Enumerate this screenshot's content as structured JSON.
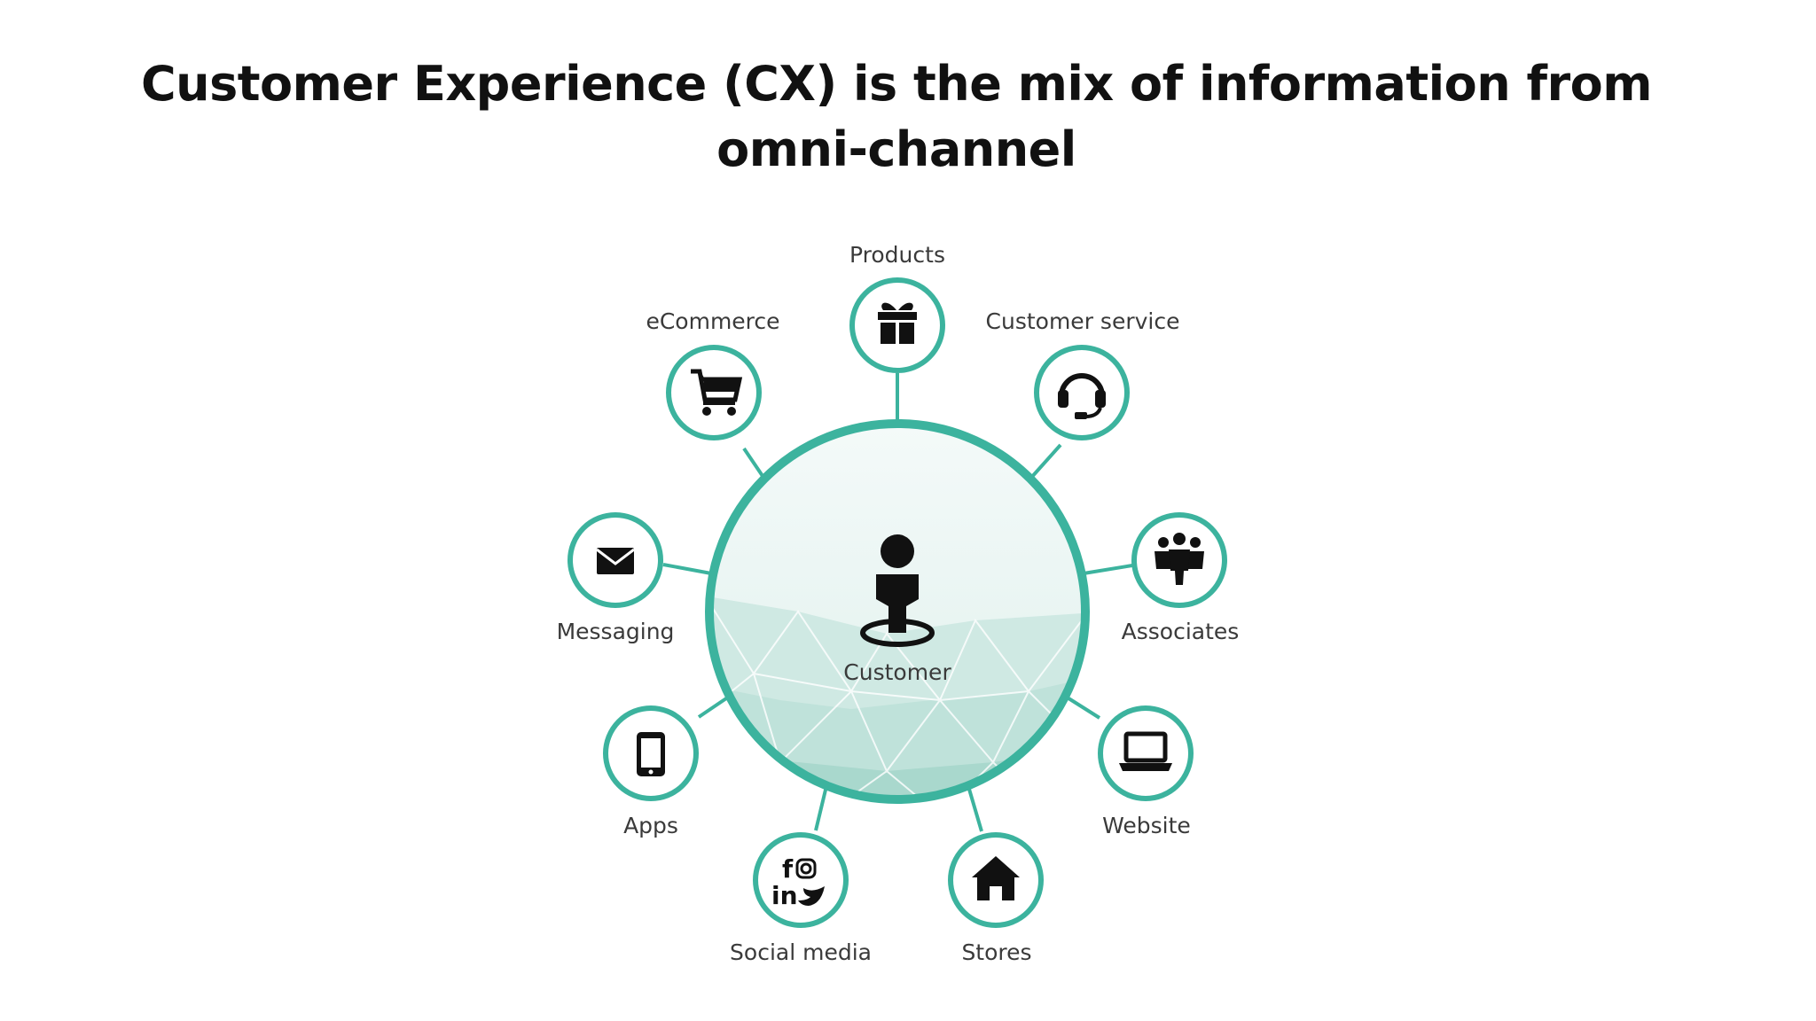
{
  "slide": {
    "title_line1": "Customer Experience (CX) is the mix of information from",
    "title_line2": "omni-channel"
  },
  "diagram": {
    "center_label": "Customer",
    "accent_color": "#3cb39e",
    "fill_color": "#e4f3f0",
    "channels": [
      {
        "label": "Products",
        "icon": "gift-icon"
      },
      {
        "label": "Customer service",
        "icon": "headset-icon"
      },
      {
        "label": "Associates",
        "icon": "people-icon"
      },
      {
        "label": "Website",
        "icon": "laptop-icon"
      },
      {
        "label": "Stores",
        "icon": "store-icon"
      },
      {
        "label": "Social media",
        "icon": "social-media-icon"
      },
      {
        "label": "Apps",
        "icon": "smartphone-icon"
      },
      {
        "label": "Messaging",
        "icon": "envelope-icon"
      },
      {
        "label": "eCommerce",
        "icon": "shopping-cart-icon"
      }
    ]
  }
}
